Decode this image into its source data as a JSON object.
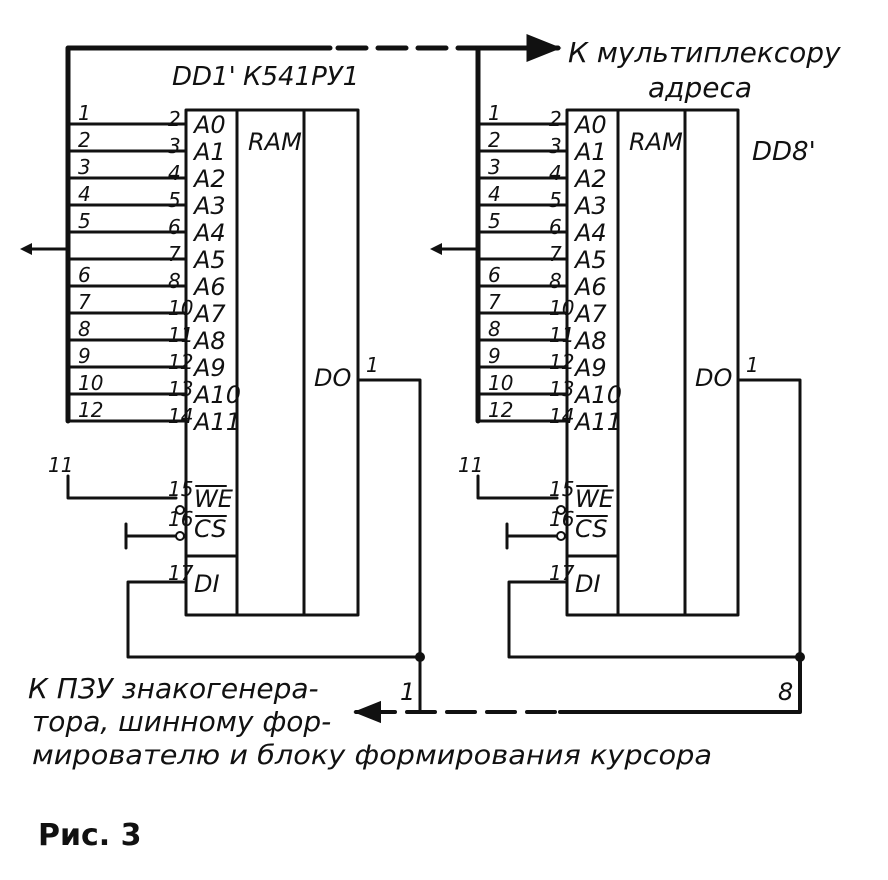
{
  "title": "Рис. 3",
  "top_note": [
    "К мультиплексору",
    "адреса"
  ],
  "bottom_note": [
    "К ПЗУ знакогенера-",
    "тора, шинному фор-",
    "мирователю и блоку формирования курсора"
  ],
  "chips": [
    {
      "designator": "DD1'",
      "part": "К541РУ1",
      "function": "RAM",
      "inputs": [
        "A0",
        "A1",
        "A2",
        "A3",
        "A4",
        "A5",
        "A6",
        "A7",
        "A8",
        "A9",
        "A10",
        "A11",
        "WE",
        "CS",
        "DI"
      ],
      "output": "DO",
      "pins": [
        "2",
        "3",
        "4",
        "5",
        "6",
        "7",
        "8",
        "10",
        "11",
        "12",
        "13",
        "14",
        "15",
        "16",
        "17"
      ],
      "output_pin": "1",
      "bus_lines": [
        "1",
        "2",
        "3",
        "4",
        "5",
        "",
        "6",
        "7",
        "8",
        "9",
        "10",
        "12",
        "11"
      ],
      "bus_out_label": "1"
    },
    {
      "designator": "DD8'",
      "part": "",
      "function": "RAM",
      "inputs": [
        "A0",
        "A1",
        "A2",
        "A3",
        "A4",
        "A5",
        "A6",
        "A7",
        "A8",
        "A9",
        "A10",
        "A11",
        "WE",
        "CS",
        "DI"
      ],
      "output": "DO",
      "pins": [
        "2",
        "3",
        "4",
        "5",
        "6",
        "7",
        "8",
        "10",
        "11",
        "12",
        "13",
        "14",
        "15",
        "16",
        "17"
      ],
      "output_pin": "1",
      "bus_lines": [
        "1",
        "2",
        "3",
        "4",
        "5",
        "",
        "6",
        "7",
        "8",
        "9",
        "10",
        "12",
        "11"
      ],
      "bus_out_label": "8"
    }
  ]
}
